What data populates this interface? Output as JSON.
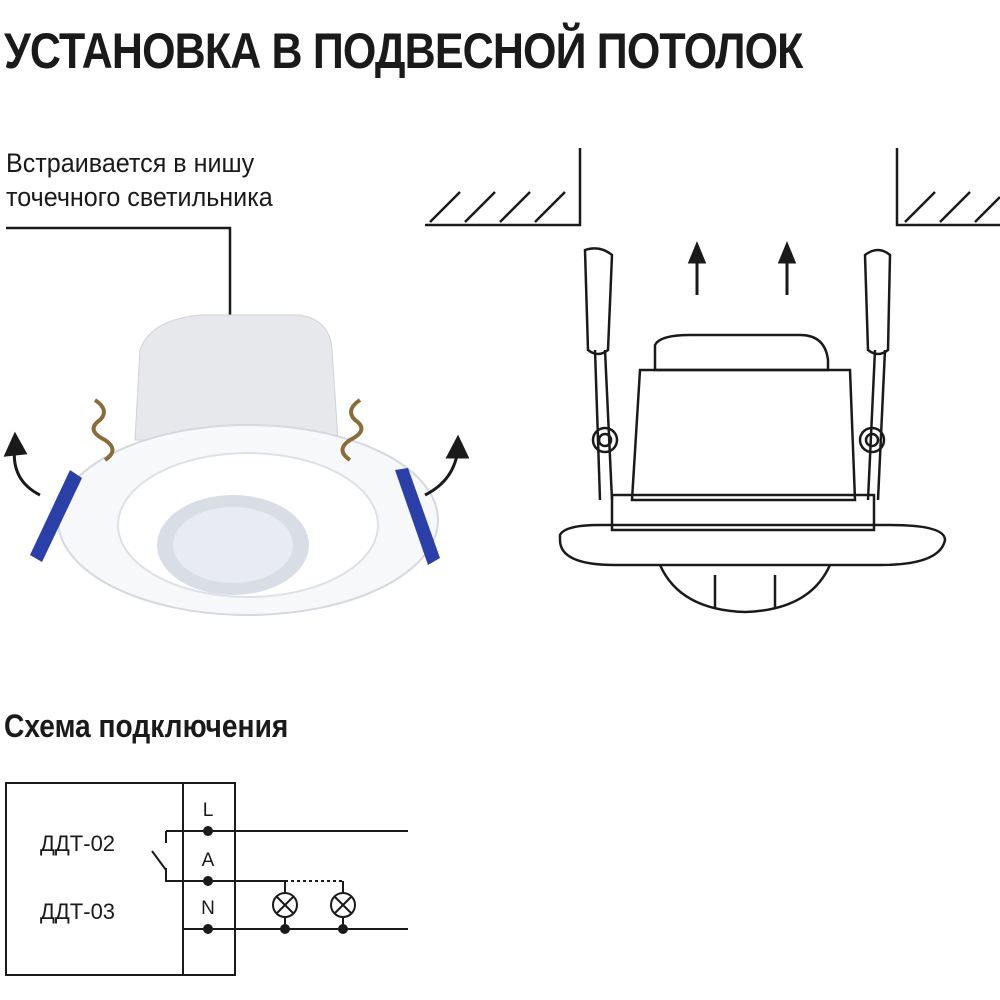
{
  "title": "УСТАНОВКА В ПОДВЕСНОЙ ПОТОЛОК",
  "callout": {
    "line1": "Встраивается в нишу",
    "line2": "точечного светильника"
  },
  "schematic": {
    "title": "Схема подключения",
    "models": [
      "ДДТ-02",
      "ДДТ-03"
    ],
    "terminals": [
      "L",
      "A",
      "N"
    ]
  },
  "colors": {
    "text": "#1a1a1a",
    "spring_clip": "#2a3fa8"
  }
}
